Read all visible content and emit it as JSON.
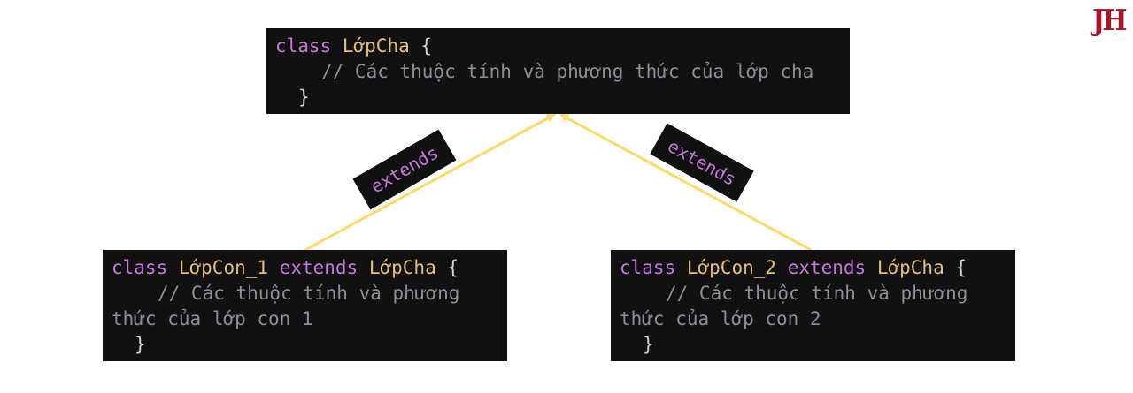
{
  "logo": {
    "text": "JH",
    "color": "#a8132a"
  },
  "colors": {
    "box_bg": "#111111",
    "keyword": "#c678dd",
    "class_name": "#e5c07b",
    "comment": "#8a8f98",
    "arrow": "#ffd966"
  },
  "parent": {
    "kw_class": "class",
    "name": "LớpCha",
    "open": "{",
    "comment": "// Các thuộc tính và phương thức của lớp cha",
    "close": "}"
  },
  "child1": {
    "kw_class": "class",
    "name": "LớpCon_1",
    "kw_extends": "extends",
    "parent_name": "LớpCha",
    "open": "{",
    "comment_line1": "// Các thuộc tính và phương",
    "comment_line2": "thức của lớp con 1",
    "close": "}"
  },
  "child2": {
    "kw_class": "class",
    "name": "LớpCon_2",
    "kw_extends": "extends",
    "parent_name": "LớpCha",
    "open": "{",
    "comment_line1": "// Các thuộc tính và phương",
    "comment_line2": "thức của lớp con 2",
    "close": "}"
  },
  "arrows": {
    "left_label": "extends",
    "right_label": "extends"
  }
}
